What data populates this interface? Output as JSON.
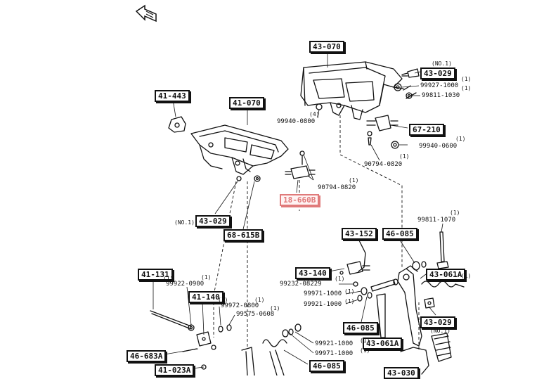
{
  "colors": {
    "line": "#111111",
    "highlight": "#e07a7a",
    "background": "#ffffff"
  },
  "orientation_icon": "direction-arrow-icon",
  "boxes": {
    "b43_070": "43-070",
    "b43_029_top": "43-029",
    "b41_443": "41-443",
    "b41_070": "41-070",
    "b67_210": "67-210",
    "b18_660b": "18-660B",
    "b43_029_mid": "43-029",
    "b68_615b": "68-615B",
    "b43_152": "43-152",
    "b46_085_a": "46-085",
    "b43_140_a": "43-140",
    "b41_131": "41-131",
    "b41_140": "41-140",
    "b43_061a_r": "43-061A",
    "b46_085_b": "46-085",
    "b43_061a_c": "43-061A",
    "b43_029_bot": "43-029",
    "b46_683a": "46-683A",
    "b41_023a": "41-023A",
    "b46_085_c": "46-085",
    "b43_030": "43-030"
  },
  "labels": {
    "p99927": "99927-1000",
    "p99811_1030": "99811-1030",
    "p99940_0800": "99940-0800",
    "p99940_0600": "99940-0600",
    "p90794_r": "90794-0820",
    "p90794_c": "90794-0820",
    "p99811_1070": "99811-1070",
    "p99232": "99232-08229",
    "p99971_a": "99971-1000",
    "p99921_a": "99921-1000",
    "p99922": "99922-0900",
    "p99972": "99972-0800",
    "p99575": "99575-0608",
    "p99921_b": "99921-1000",
    "p99971_b": "99971-1000"
  },
  "qty": {
    "no1_top": "(NO.1)",
    "q1_a": "(1)",
    "q1_b": "(1)",
    "q4": "(4)",
    "q1_c": "(1)",
    "q1_d": "(1)",
    "q1_e": "(1)",
    "no1_mid": "(NO.1)",
    "q1_f": "(1)",
    "q1_g": "(1)",
    "q1_h": "(1)",
    "q1_i": "(1)",
    "q1_j": "(1)",
    "q1_k": "(1)",
    "q1_l": "(1)",
    "q1_m": "(1)",
    "no1_bot": "(NO.1)",
    "q1_n": "(1)",
    "q1_o": "(1)",
    "q1_p": "(1)",
    "q1_q": "(1)"
  }
}
